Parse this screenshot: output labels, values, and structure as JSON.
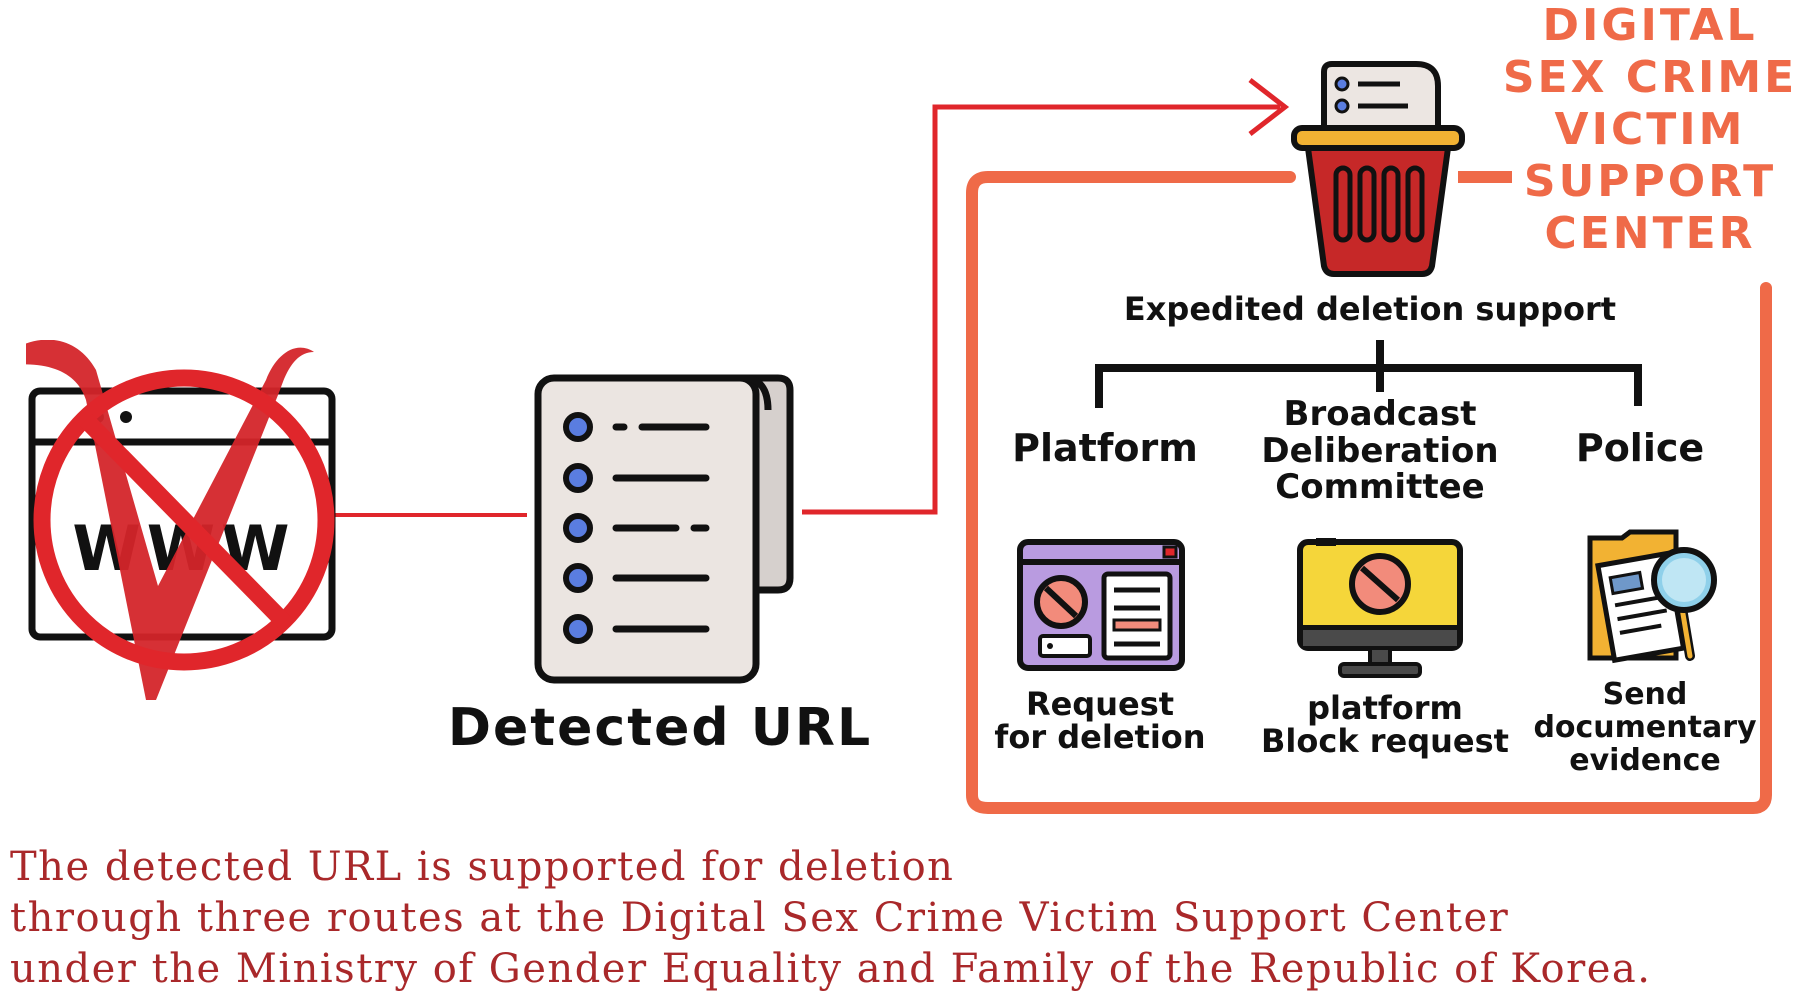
{
  "colors": {
    "flow_line": "#e0262b",
    "center_box": "#ef6a48",
    "caption_text": "#a9282a",
    "title_text": "#ef6a48"
  },
  "center": {
    "title": "DIGITAL\nSEX CRIME\nVICTIM\nSUPPORT\nCENTER",
    "heading": "Expedited deletion support"
  },
  "detected_url": {
    "label": "Detected URL",
    "icon": "document-list-icon"
  },
  "website": {
    "text": "WWW",
    "icon": "browser-window-icon",
    "overlay": "prohibited-v-logo"
  },
  "routes": [
    {
      "name": "Platform",
      "action": "Request\nfor deletion",
      "icon": "blocked-webpage-icon"
    },
    {
      "name": "Broadcast\nDeliberation\nCommittee",
      "action": "platform\nBlock request",
      "icon": "blocked-monitor-icon"
    },
    {
      "name": "Police",
      "action": "Send\ndocumentary\nevidence",
      "icon": "folder-magnifier-icon"
    }
  ],
  "caption": "The detected URL is supported for deletion\nthrough three routes at the Digital Sex Crime Victim Support Center\nunder the Ministry of Gender Equality and Family of the Republic of Korea."
}
